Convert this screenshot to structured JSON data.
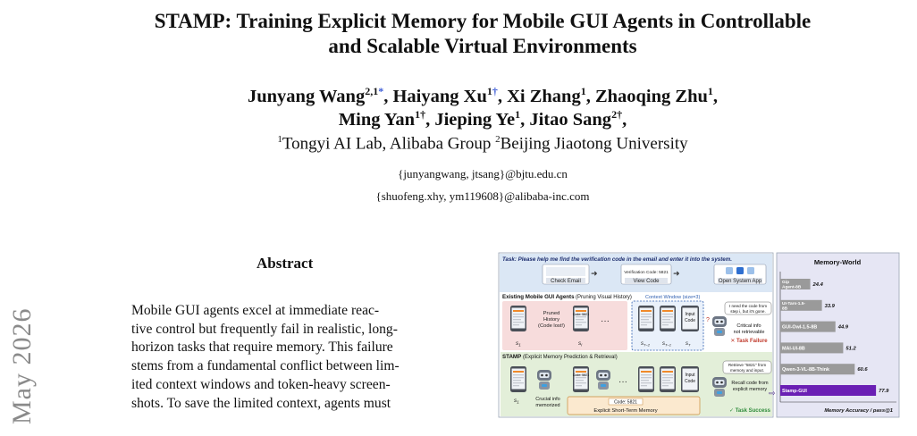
{
  "side_stamp": "May 2026",
  "title": {
    "line1": "STAMP: Training Explicit Memory for Mobile GUI Agents in Controllable",
    "line2": "and Scalable Virtual Environments"
  },
  "authors": {
    "a1": "Junyang Wang",
    "a1_sup": "2,1",
    "a1_mark": "*",
    "a2": "Haiyang Xu",
    "a2_sup": "1",
    "a2_mark": "†",
    "a3": "Xi Zhang",
    "a3_sup": "1",
    "a4": "Zhaoqing Zhu",
    "a4_sup": "1",
    "a5": "Ming Yan",
    "a5_sup": "1",
    "a5_mark": "†",
    "a6": "Jieping Ye",
    "a6_sup": "1",
    "a7": "Jitao Sang",
    "a7_sup": "2",
    "a7_mark": "†"
  },
  "affiliations": {
    "s1": "1",
    "aff1": "Tongyi AI Lab, Alibaba Group ",
    "s2": "2",
    "aff2": "Beijing Jiaotong University"
  },
  "emails": [
    "{junyangwang, jtsang}@bjtu.edu.cn",
    "{shuofeng.xhy, ym119608}@alibaba-inc.com"
  ],
  "abstract": {
    "heading": "Abstract",
    "lines": [
      "Mobile GUI agents excel at immediate reac-",
      "tive control but frequently fail in realistic, long-",
      "horizon tasks that require memory. This failure",
      "stems from a fundamental conflict between lim-",
      "ited context windows and token-heavy screen-",
      "shots. To save the limited context, agents must"
    ]
  },
  "figure": {
    "task": "Task:  Please help me find the verification code in the email and enter it into the system.",
    "steps": [
      "Check Email",
      "View Code",
      "Open System App"
    ],
    "verification_code": "Verification Code: 5821",
    "existing_heading": "Existing Mobile GUI Agents",
    "existing_sub": "(Pruning Visual History)",
    "context_window": "Context Window (size=3)",
    "pruned_history": [
      "Pruned",
      "History",
      "(Code lost!)"
    ],
    "code_short": "Code: 5821",
    "input_code": [
      "Input",
      "Code"
    ],
    "speech_existing": [
      "I need the code from",
      "step i, but it's gone."
    ],
    "critical_not": [
      "Critical info",
      "not retrievable"
    ],
    "task_failure": "✕ Task Failure",
    "stamp_heading": "STAMP",
    "stamp_sub": "(Explicit Memory Prediction & Retrieval)",
    "speech_stamp": [
      "Retrieve \"5821\" from",
      "memory and input."
    ],
    "crucial": [
      "Crucial info",
      "memorized"
    ],
    "memory_code": "Code: 5821",
    "memory_label": "Explicit Short-Term Memory",
    "recall": [
      "Recall code from",
      "explicit memory"
    ],
    "task_success": "✓ Task Success",
    "ellipsis": "···",
    "s1": "s",
    "si": "s",
    "stm2": "s",
    "stm1": "s",
    "st": "s",
    "sub1": "1",
    "subi": "i",
    "subtm2": "T−2",
    "subtm1": "T−1",
    "subt": "T",
    "question": "?",
    "colors": {
      "failure_bg": "#f7dcdc",
      "success_bg": "#e3efd9",
      "task_bg": "#dbe7f5",
      "chart_bg": "#e6e6f4",
      "stamp_bar": "#6a1fb4",
      "bar": "#9a9a9a"
    }
  },
  "chart_data": {
    "type": "bar",
    "orientation": "horizontal",
    "title": "Memory-World",
    "xlabel": "Memory Accuracy / pass@1",
    "categories": [
      "Gip Agent-8B",
      "UI-Tars-1.5-8B",
      "GUI-Owl-1.5-8B",
      "MAI-UI-8B",
      "Qwen-3-VL-8B-Think",
      "Stamp-GUI"
    ],
    "category_lines": [
      [
        "Gip",
        "Agent-8B"
      ],
      [
        "UI-Tars-1.5-",
        "8B"
      ],
      [
        "GUI-Owl-1.5-8B"
      ],
      [
        "MAI-UI-8B"
      ],
      [
        "Qwen-3-VL-8B-Think"
      ],
      [
        "Stamp-GUI"
      ]
    ],
    "values": [
      24.4,
      33.9,
      44.9,
      51.2,
      60.6,
      77.9
    ],
    "value_labels": [
      "24.4",
      "33.9",
      "44.9",
      "51.2",
      "60.6",
      "77.9"
    ],
    "xlim": [
      0,
      80
    ],
    "highlight": "Stamp-GUI",
    "grid": false
  }
}
